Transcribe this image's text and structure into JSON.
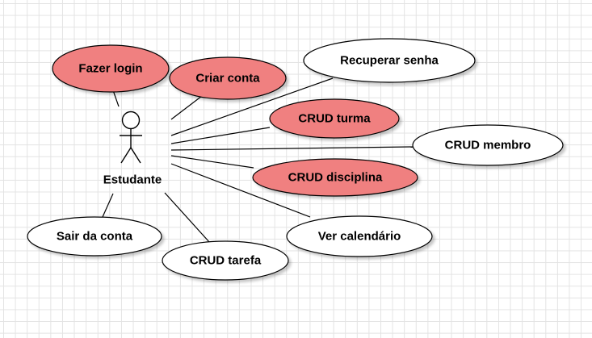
{
  "colors": {
    "highlight_fill": "#f08080",
    "normal_fill": "#ffffff",
    "stroke": "#000000",
    "shadow": "#c8c8c8",
    "grid": "#e3e3e3"
  },
  "actor": {
    "name": "Estudante"
  },
  "use_cases": [
    {
      "id": "fazer-login",
      "label": "Fazer login",
      "highlighted": true
    },
    {
      "id": "criar-conta",
      "label": "Criar conta",
      "highlighted": true
    },
    {
      "id": "recuperar-senha",
      "label": "Recuperar senha",
      "highlighted": false
    },
    {
      "id": "crud-turma",
      "label": "CRUD turma",
      "highlighted": true
    },
    {
      "id": "crud-membro",
      "label": "CRUD membro",
      "highlighted": false
    },
    {
      "id": "crud-disciplina",
      "label": "CRUD disciplina",
      "highlighted": true
    },
    {
      "id": "ver-calendario",
      "label": "Ver calendário",
      "highlighted": false
    },
    {
      "id": "crud-tarefa",
      "label": "CRUD tarefa",
      "highlighted": false
    },
    {
      "id": "sair-da-conta",
      "label": "Sair da conta",
      "highlighted": false
    }
  ]
}
